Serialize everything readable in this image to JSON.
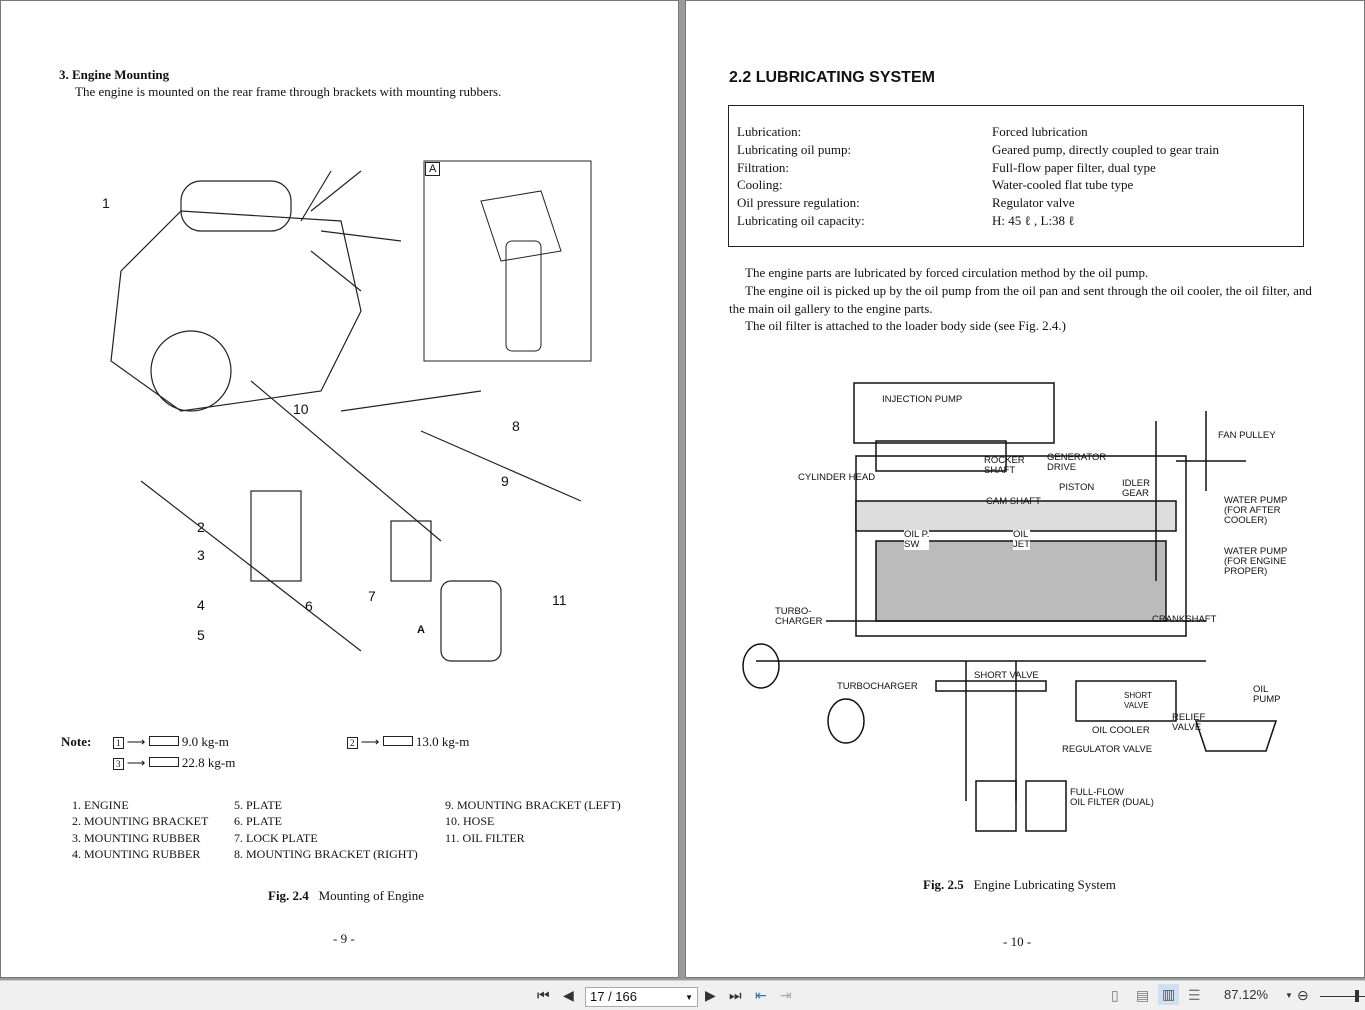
{
  "left_page": {
    "heading": "3.  Engine Mounting",
    "intro": "The engine is mounted on the rear frame through brackets with mounting rubbers.",
    "callouts": [
      "1",
      "2",
      "3",
      "4",
      "5",
      "6",
      "7",
      "8",
      "9",
      "10",
      "11"
    ],
    "view_label": "A",
    "arrow_label": "A",
    "note_label": "Note:",
    "torques": [
      {
        "mark": "1",
        "value": "9.0 kg-m"
      },
      {
        "mark": "2",
        "value": "13.0 kg-m"
      },
      {
        "mark": "3",
        "value": "22.8 kg-m"
      }
    ],
    "parts": [
      "1.  ENGINE",
      "2.  MOUNTING BRACKET",
      "3.  MOUNTING RUBBER",
      "4.  MOUNTING RUBBER",
      "5.  PLATE",
      "6.  PLATE",
      "7.  LOCK PLATE",
      "8.  MOUNTING BRACKET (RIGHT)",
      "9.  MOUNTING BRACKET (LEFT)",
      "10.  HOSE",
      "11.  OIL FILTER"
    ],
    "fig_num": "Fig. 2.4",
    "fig_title": "Mounting of Engine",
    "page_num": "- 9 -"
  },
  "right_page": {
    "heading": "2.2  LUBRICATING SYSTEM",
    "specs": [
      {
        "k": "Lubrication:",
        "v": "Forced lubrication"
      },
      {
        "k": "Lubricating oil pump:",
        "v": "Geared pump, directly coupled to gear train"
      },
      {
        "k": "Filtration:",
        "v": "Full-flow paper filter, dual type"
      },
      {
        "k": "Cooling:",
        "v": "Water-cooled flat tube type"
      },
      {
        "k": "Oil pressure regulation:",
        "v": "Regulator valve"
      },
      {
        "k": "Lubricating oil capacity:",
        "v": "H: 45  ℓ  , L:38  ℓ"
      }
    ],
    "para1": "The engine parts are lubricated by forced circulation method by the oil pump.",
    "para2a": "The engine oil is picked up by the oil pump from the oil pan and sent through the oil cooler, the oil filter, and",
    "para2b": "the main oil gallery to the engine parts.",
    "para3": "The oil filter is attached to the loader body side (see Fig. 2.4.)",
    "labels": {
      "injection_pump": "INJECTION PUMP",
      "fan_pulley": "FAN PULLEY",
      "rocker_shaft": "ROCKER\nSHAFT",
      "generator_drive": "GENERATOR\nDRIVE",
      "cylinder_head": "CYLINDER HEAD",
      "idler_gear": "IDLER\nGEAR",
      "piston": "PISTON",
      "cam_shaft": "CAM SHAFT",
      "water_pump_after": "WATER PUMP\n(FOR AFTER\nCOOLER)",
      "oil_p_sw": "OIL P.\nSW",
      "oil_jet": "OIL\nJET",
      "water_pump_engine": "WATER PUMP\n(FOR ENGINE\nPROPER)",
      "turbo_charger": "TURBO-\nCHARGER",
      "crankshaft": "CRANKSHAFT",
      "short_valve": "SHORT VALVE",
      "turbocharger": "TURBOCHARGER",
      "oil_pump": "OIL\nPUMP",
      "short_valve2": "SHORT\nVALVE",
      "relief_valve": "RELIEF\nVALVE",
      "oil_cooler": "OIL COOLER",
      "regulator_valve": "REGULATOR VALVE",
      "oil_filter": "FULL-FLOW\nOIL FILTER (DUAL)"
    },
    "fig_num": "Fig. 2.5",
    "fig_title": "Engine Lubricating System",
    "page_num": "- 10 -"
  },
  "toolbar": {
    "page_field": "17 / 166",
    "zoom": "87.12%",
    "active_view": "two-page"
  }
}
